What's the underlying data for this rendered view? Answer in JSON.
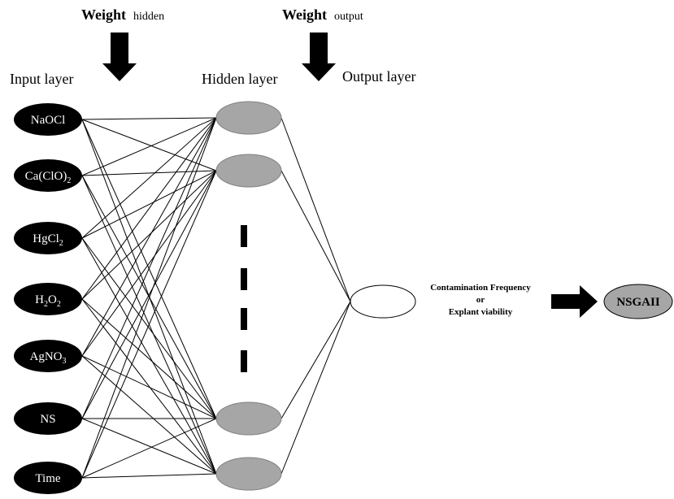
{
  "weights": {
    "hidden_bold": "Weight",
    "hidden_suffix": "hidden",
    "output_bold": "Weight",
    "output_suffix": "output"
  },
  "layers": {
    "input": "Input layer",
    "hidden": "Hidden layer",
    "output": "Output layer"
  },
  "inputs": [
    {
      "main": "NaOCl",
      "sub": ""
    },
    {
      "main": "Ca(ClO)",
      "sub": "2"
    },
    {
      "main": "HgCl",
      "sub": "2"
    },
    {
      "main": "H",
      "sub": "2",
      "main2": "O",
      "sub2": "2"
    },
    {
      "main": "AgNO",
      "sub": "3"
    },
    {
      "main": "NS",
      "sub": ""
    },
    {
      "main": "Time",
      "sub": ""
    }
  ],
  "result": {
    "line1": "Contamination  Frequency",
    "line2": "or",
    "line3": "Explant  viability"
  },
  "optimizer": "NSGAII",
  "colors": {
    "input_fill": "#000000",
    "hidden_fill": "#a6a6a6",
    "output_fill": "#ffffff",
    "optimizer_fill": "#a6a6a6"
  }
}
